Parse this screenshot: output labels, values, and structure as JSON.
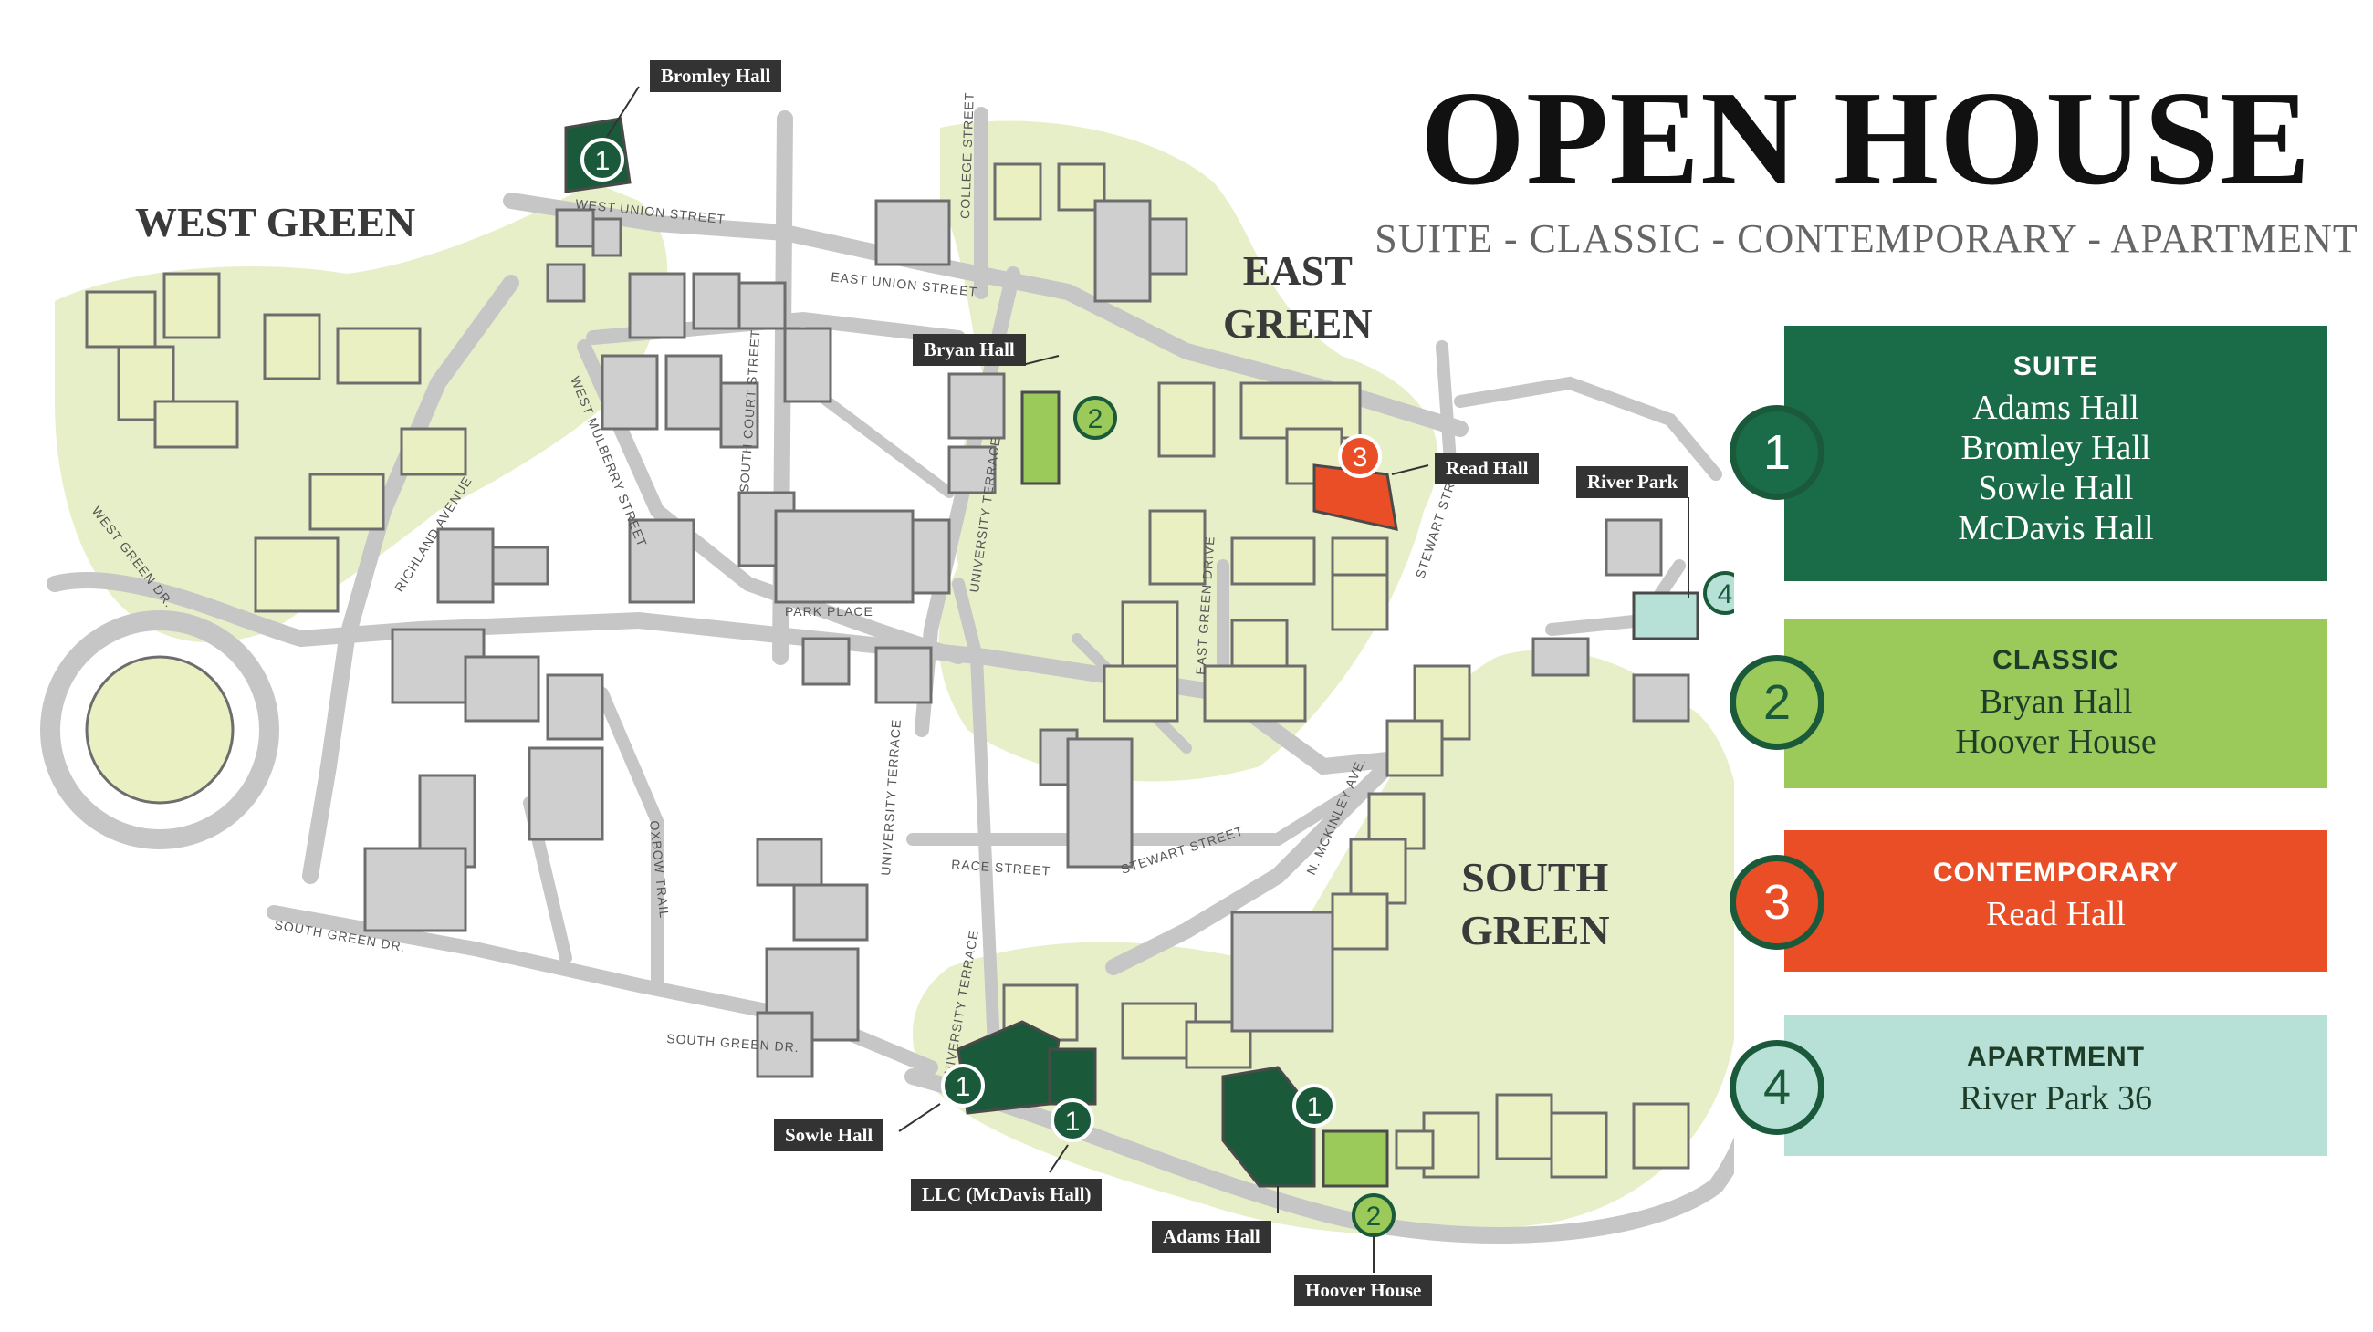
{
  "header": {
    "title": "OPEN HOUSE",
    "subtitle": "SUITE - CLASSIC - CONTEMPORARY - APARTMENT"
  },
  "areas": {
    "west_green": "WEST GREEN",
    "east_green_1": "EAST",
    "east_green_2": "GREEN",
    "south_green_1": "SOUTH",
    "south_green_2": "GREEN"
  },
  "streets": {
    "west_union": "WEST UNION STREET",
    "east_union": "EAST UNION STREET",
    "college": "COLLEGE STREET",
    "south_court": "SOUTH COURT STREET",
    "west_mulberry": "WEST MULBERRY STREET",
    "richland": "RICHLAND AVENUE",
    "west_green_dr": "WEST GREEN DR.",
    "park_place": "PARK PLACE",
    "university_terrace": "UNIVERSITY TERRACE",
    "east_green_drive": "EAST GREEN DRIVE",
    "stewart_top": "STEWART STREET",
    "stewart_bottom": "STEWART STREET",
    "race": "RACE STREET",
    "mckinley": "N. MCKINLEY AVE.",
    "oxbow": "OXBOW TRAIL",
    "south_green_dr_1": "SOUTH GREEN DR.",
    "south_green_dr_2": "SOUTH GREEN DR."
  },
  "tags": {
    "bromley": "Bromley Hall",
    "bryan": "Bryan Hall",
    "read": "Read Hall",
    "river_park": "River Park",
    "sowle": "Sowle Hall",
    "llc": "LLC (McDavis Hall)",
    "adams": "Adams Hall",
    "hoover": "Hoover House"
  },
  "markers": {
    "bromley": "1",
    "bryan": "2",
    "read": "3",
    "river_park": "4",
    "sowle": "1",
    "mcdavis": "1",
    "adams": "1",
    "hoover": "2"
  },
  "legend": [
    {
      "number": "1",
      "category": "SUITE",
      "halls": [
        "Adams Hall",
        "Bromley Hall",
        "Sowle Hall",
        "McDavis Hall"
      ],
      "color": "#1a6b47",
      "text_color": "#ffffff",
      "number_bg": "#1a6b47",
      "number_color": "#ffffff"
    },
    {
      "number": "2",
      "category": "CLASSIC",
      "halls": [
        "Bryan Hall",
        "Hoover House"
      ],
      "color": "#9bc95a",
      "text_color": "#1d3d28",
      "number_bg": "#9bc95a",
      "number_color": "#1a5a3a"
    },
    {
      "number": "3",
      "category": "CONTEMPORARY",
      "halls": [
        "Read Hall"
      ],
      "color": "#e94e26",
      "text_color": "#ffffff",
      "number_bg": "#e94e26",
      "number_color": "#ffffff"
    },
    {
      "number": "4",
      "category": "APARTMENT",
      "halls": [
        "River Park 36"
      ],
      "color": "#b7e1d6",
      "text_color": "#1d3d28",
      "number_bg": "#b7e1d6",
      "number_color": "#1a5a3a"
    }
  ],
  "colors": {
    "green_space": "#e7efc9",
    "road": "#c6c6c6",
    "building": "#cfcfcf",
    "building_edge": "#6d6d6d",
    "light_building": "#eaf0c2",
    "suite": "#1a5a3a",
    "classic": "#9bc95a",
    "contemporary": "#e94e26",
    "apartment": "#b7e1d6"
  }
}
